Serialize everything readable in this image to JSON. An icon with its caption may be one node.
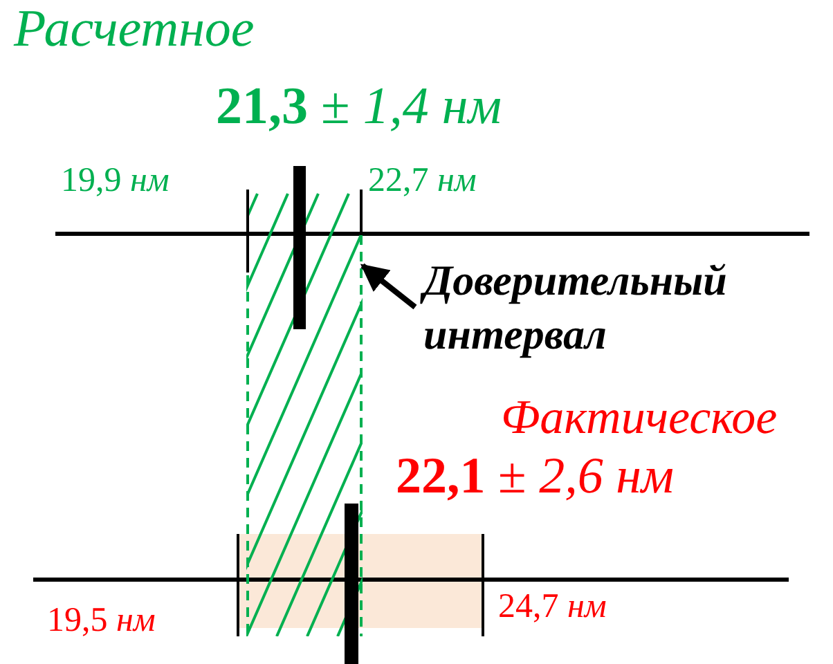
{
  "diagram": {
    "nodes": [
      {
        "text": [
          "Доверительный интервал"
        ]
      },
      {
        "text": [],
        "shape": "box"
      }
    ],
    "edges": [
      {
        "from": 0,
        "to": 1,
        "arrow": "to"
      }
    ],
    "labels": [
      "Расчетное",
      "**21,3** ± *1,4 нм*",
      "19,9 *нм*",
      "22,7 *нм*",
      "Фактическое",
      "**22,1** ± *2,6 нм*",
      "19,5 *нм*",
      "24,7 *нм*"
    ]
  }
}
